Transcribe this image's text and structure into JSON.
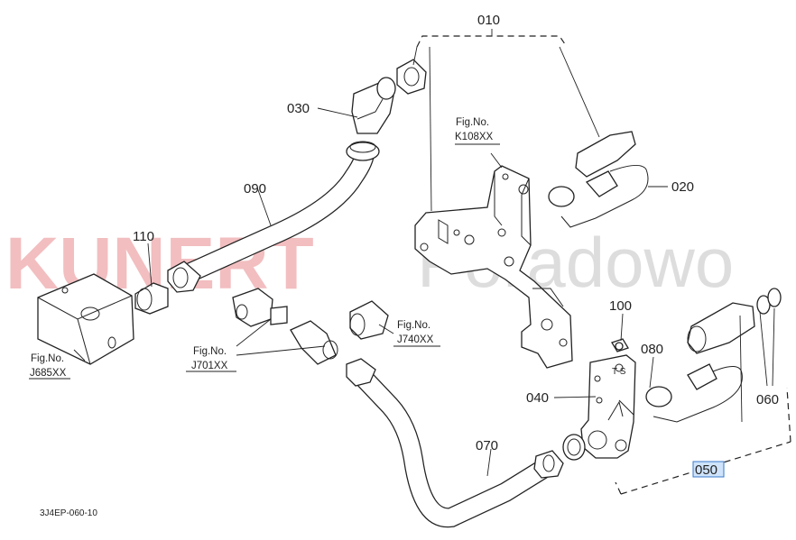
{
  "diagram": {
    "callouts": {
      "p010": "010",
      "p020": "020",
      "p030": "030",
      "p040": "040",
      "p050": "050",
      "p060": "060",
      "p070": "070",
      "p080": "080",
      "p090": "090",
      "p100": "100",
      "p110": "110"
    },
    "figure_refs": {
      "k108": {
        "prefix": "Fig.No.",
        "code": "K108XX"
      },
      "j740": {
        "prefix": "Fig.No.",
        "code": "J740XX"
      },
      "j701": {
        "prefix": "Fig.No.",
        "code": "J701XX"
      },
      "j685": {
        "prefix": "Fig.No.",
        "code": "J685XX"
      }
    },
    "selected_callout": "050",
    "drawing_code": "3J4EP-060-10"
  },
  "watermark": {
    "brand": "KUNERT",
    "suffix": "Poradowo"
  }
}
